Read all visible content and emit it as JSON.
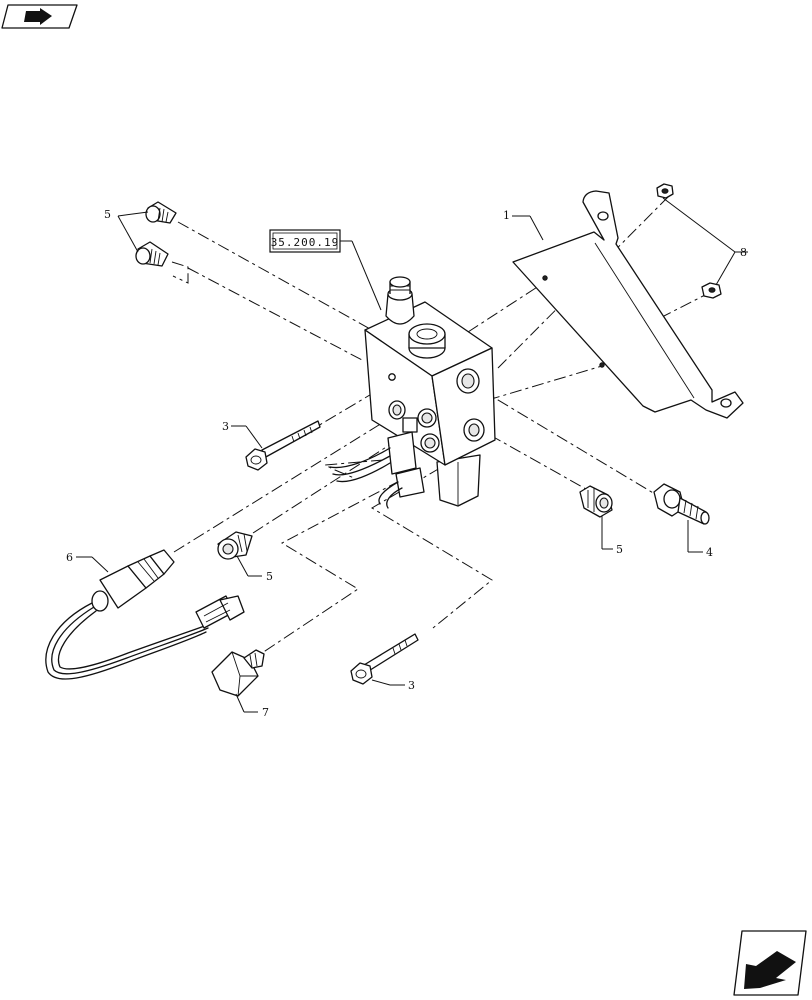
{
  "reference_box": "35.200.19",
  "callouts": {
    "c1": "1",
    "c3a": "3",
    "c3b": "3",
    "c4": "4",
    "c5a": "5",
    "c5b": "5",
    "c5c": "5",
    "c6": "6",
    "c7": "7",
    "c8": "8"
  },
  "icons": {
    "top_left": "previous-page-arrow-icon",
    "bottom_right": "next-page-arrow-icon"
  }
}
